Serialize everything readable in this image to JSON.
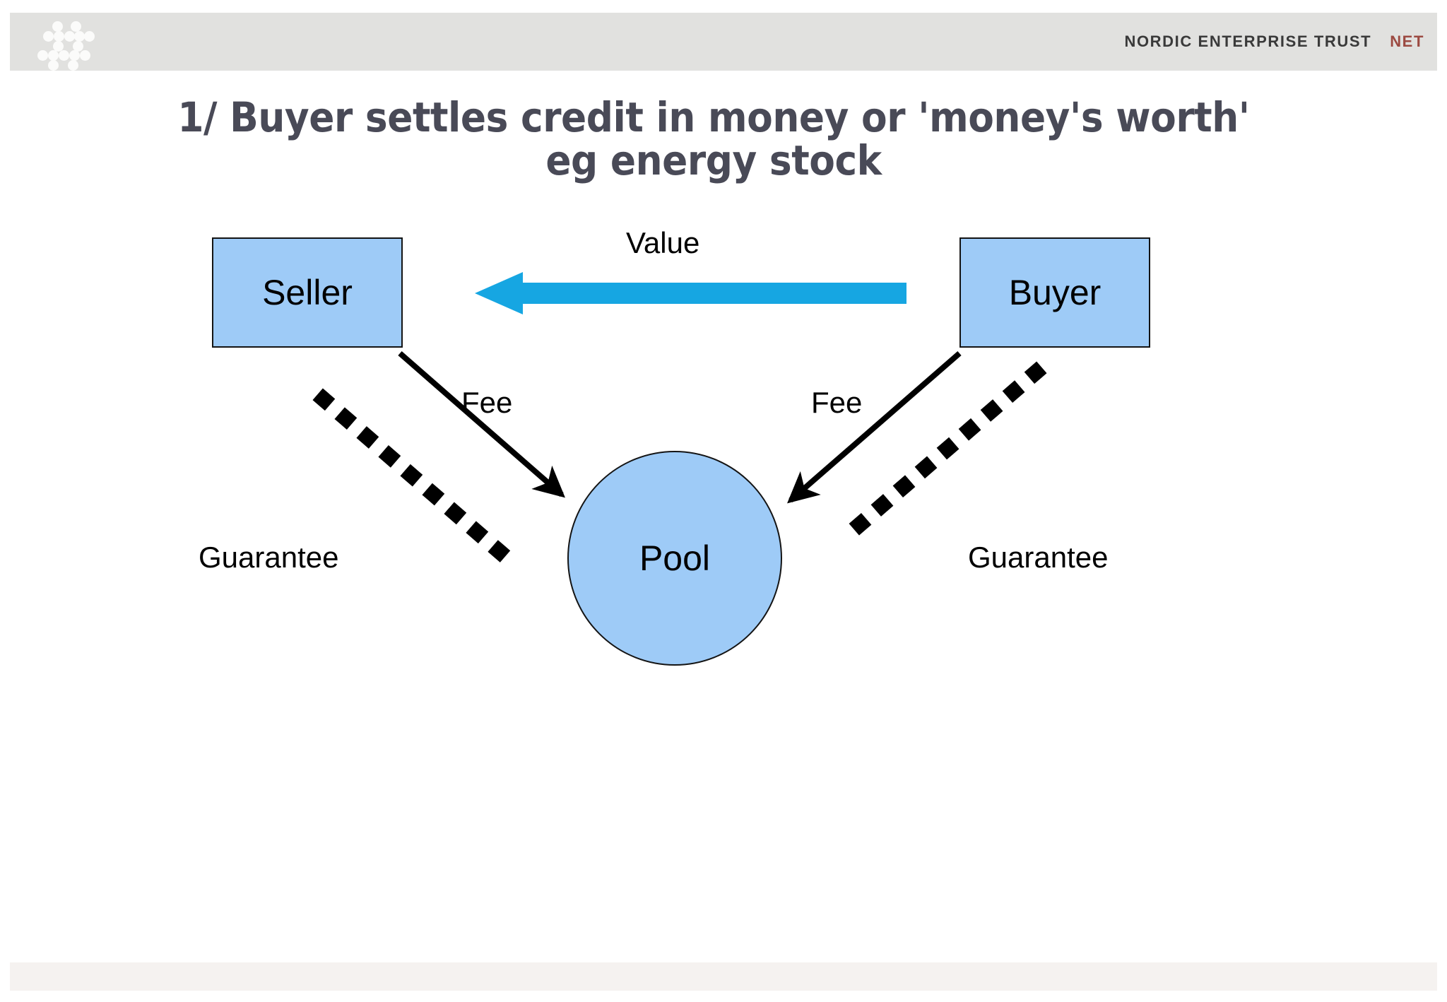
{
  "header": {
    "logo_name": "nordic-dot-logo",
    "brand_name": "NORDIC ENTERPRISE TRUST",
    "brand_abbr": "NET",
    "brand_abbr_color": "#9c4a42",
    "bar_color": "#e1e1df"
  },
  "slide": {
    "title_line1": "1/ Buyer settles credit in money or 'money's worth'",
    "title_line2": "eg energy stock",
    "title_color": "#494a57"
  },
  "diagram": {
    "type": "flow-diagram",
    "node_fill": "#9ecbf7",
    "node_stroke": "#141414",
    "value_arrow_color": "#16a6e2",
    "nodes": [
      {
        "id": "seller",
        "label": "Seller",
        "shape": "rectangle"
      },
      {
        "id": "buyer",
        "label": "Buyer",
        "shape": "rectangle"
      },
      {
        "id": "pool",
        "label": "Pool",
        "shape": "circle"
      }
    ],
    "edges": [
      {
        "id": "value",
        "label": "Value",
        "from": "buyer",
        "to": "seller",
        "style": "solid-thick",
        "color": "#16a6e2"
      },
      {
        "id": "fee-left",
        "label": "Fee",
        "from": "seller",
        "to": "pool",
        "style": "solid-arrow",
        "color": "#000000"
      },
      {
        "id": "fee-right",
        "label": "Fee",
        "from": "buyer",
        "to": "pool",
        "style": "solid-arrow",
        "color": "#000000"
      },
      {
        "id": "guarantee-left",
        "label": "Guarantee",
        "from": "pool",
        "to": "seller",
        "style": "dotted",
        "color": "#000000"
      },
      {
        "id": "guarantee-right",
        "label": "Guarantee",
        "from": "pool",
        "to": "buyer",
        "style": "dotted",
        "color": "#000000"
      }
    ]
  },
  "footer": {
    "band_color": "#f5f2f0"
  }
}
